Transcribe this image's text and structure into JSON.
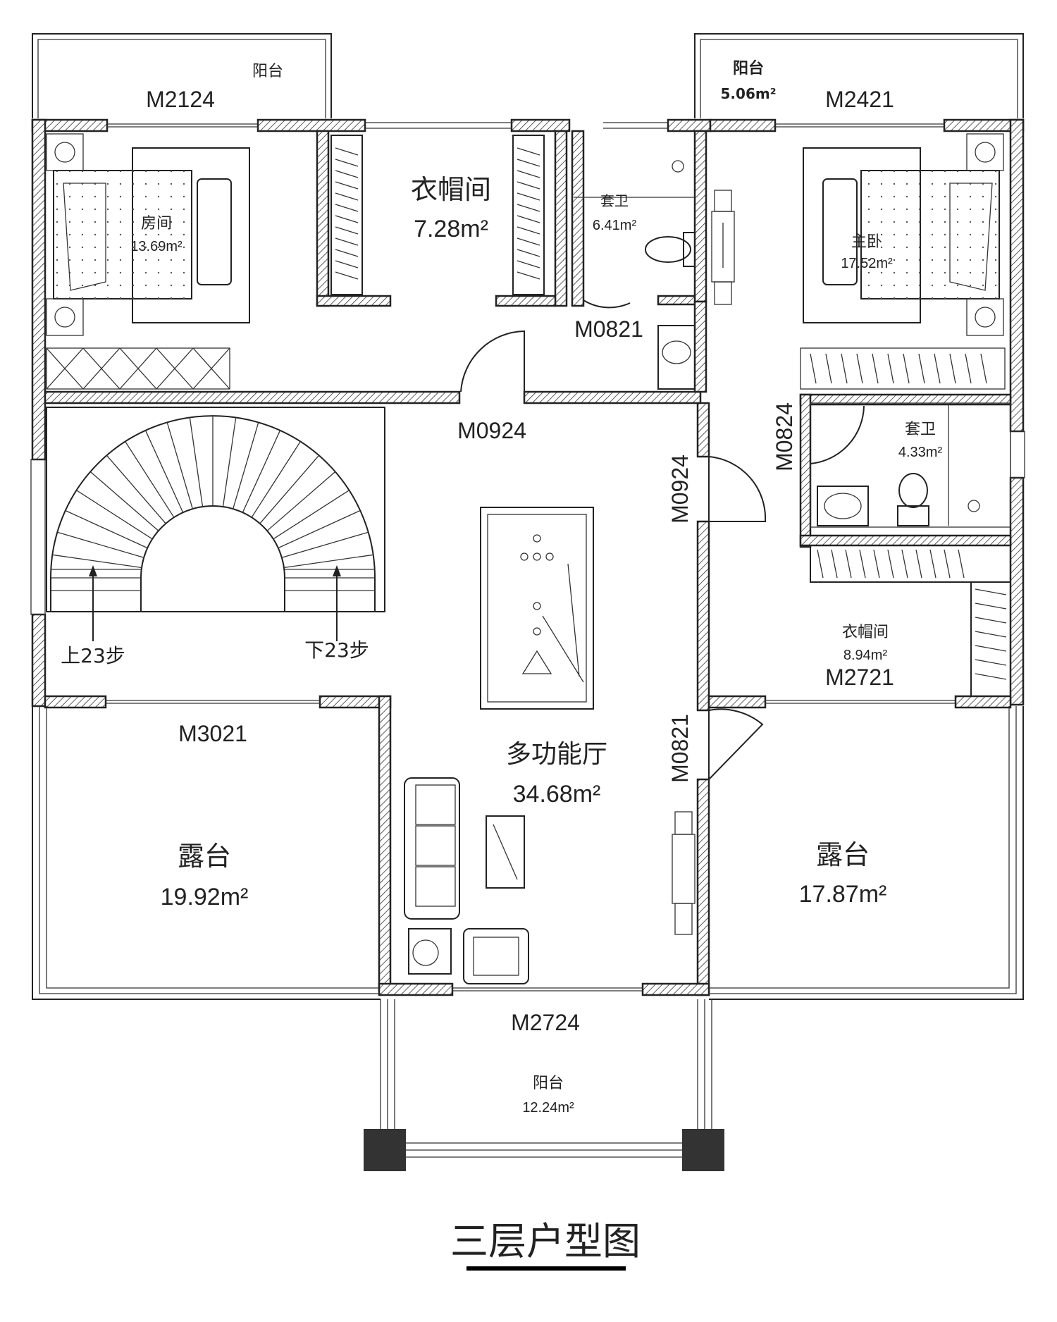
{
  "rooms": {
    "balcony_nw": {
      "name": "阳台"
    },
    "balcony_ne": {
      "name": "阳台",
      "area": "5.06m²"
    },
    "bedroom_w": {
      "name": "房间",
      "area": "13.69m²"
    },
    "wardrobe_n": {
      "name": "衣帽间",
      "area": "7.28m²"
    },
    "bath_n": {
      "name": "套卫",
      "area": "6.41m²"
    },
    "master": {
      "name": "主卧",
      "area": "17.52m²"
    },
    "bath_e": {
      "name": "套卫",
      "area": "4.33m²"
    },
    "wardrobe_e": {
      "name": "衣帽间",
      "area": "8.94m²"
    },
    "hall": {
      "name": "多功能厅",
      "area": "34.68m²"
    },
    "terrace_w": {
      "name": "露台",
      "area": "19.92m²"
    },
    "terrace_e": {
      "name": "露台",
      "area": "17.87m²"
    },
    "balcony_s": {
      "name": "阳台",
      "area": "12.24m²"
    }
  },
  "doors": {
    "d1": "M2124",
    "d2": "M2421",
    "d3": "M0821",
    "d4": "M0924",
    "d5": "M0924",
    "d6": "M0824",
    "d7": "M2721",
    "d8": "M3021",
    "d9": "M0821",
    "d10": "M2724"
  },
  "stairs": {
    "up": "上23步",
    "down": "下23步"
  },
  "title": "三层户型图"
}
